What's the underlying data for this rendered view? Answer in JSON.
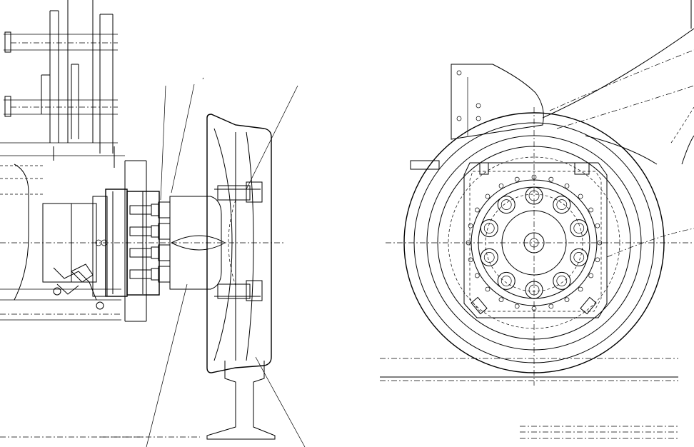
{
  "drawing": {
    "type": "engineering-assembly-drawing",
    "views": [
      "side-section-view",
      "end-view"
    ],
    "annotation_mark": ","
  }
}
